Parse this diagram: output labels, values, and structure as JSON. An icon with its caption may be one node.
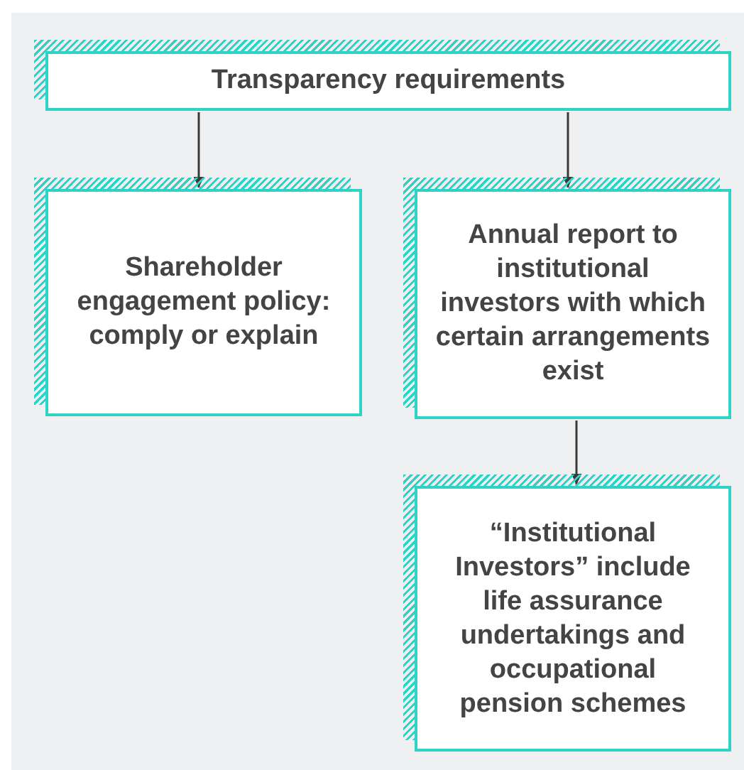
{
  "diagram": {
    "nodes": [
      {
        "text": [
          "Transparency requirements"
        ]
      },
      {
        "text": [
          "Shareholder engagement policy: comply or explain"
        ]
      },
      {
        "text": [
          "Annual report to institutional investors with which certain arrangements exist"
        ]
      },
      {
        "text": [
          "“Institutional Investors” include life assurance undertakings and occupational pension schemes"
        ]
      }
    ],
    "edges": [
      {
        "from": 0,
        "to": 1,
        "arrow": "to"
      },
      {
        "from": 0,
        "to": 2,
        "arrow": "to"
      },
      {
        "from": 2,
        "to": 3,
        "arrow": "to"
      }
    ]
  }
}
